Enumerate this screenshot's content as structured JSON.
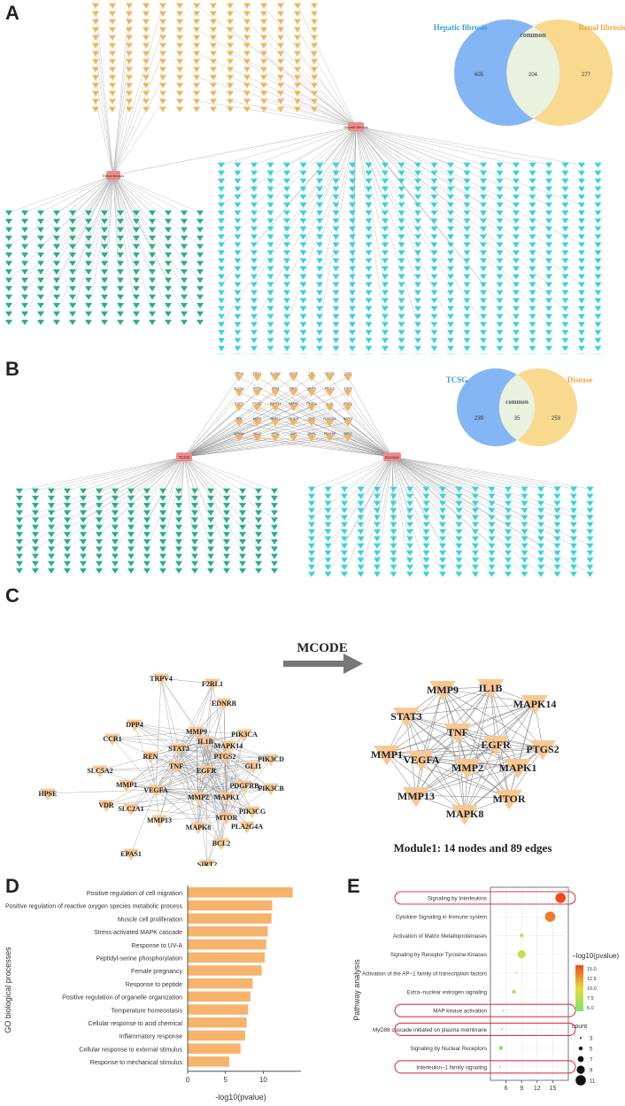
{
  "panels": {
    "a": {
      "letter": "A",
      "venn": {
        "left_label": "Hepatic fibrosis",
        "right_label": "Renal fibrosis",
        "center_label": "common",
        "left_count": "605",
        "center_count": "204",
        "right_count": "277",
        "left_color": "#6fa8f2",
        "right_color": "#f7d27a"
      },
      "hub_nodes": {
        "left": "Renal fibrosis",
        "right": "Hepatic fibrosis"
      }
    },
    "b": {
      "letter": "B",
      "venn": {
        "left_label": "TCSG",
        "right_label": "Disease",
        "center_label": "common",
        "left_count": "239",
        "center_count": "35",
        "right_count": "253",
        "left_color": "#6fa8f2",
        "right_color": "#f7d27a"
      },
      "hub_nodes": {
        "left": "TCSG",
        "right": "Disease"
      },
      "common_genes": [
        "TRPV4",
        "F2RL1",
        "SLC5A2",
        "MTOR",
        "TNF",
        "VEGFA",
        "CCR1",
        "SLC2A1",
        "TRPV4",
        "DPP4",
        "F2RL1",
        "MMP9",
        "PIK3CD",
        "EGFR",
        "STAT3",
        "PTGS2",
        "MAPK14",
        "MAPK8",
        "PIK3CA",
        "IL1B",
        "EPAS1",
        "REN",
        "MMP2",
        "MMP13",
        "PIK3CG",
        "GLI1",
        "PLA2G4A",
        "MAPK1",
        "EDNRB",
        "BCL2",
        "HPSE",
        "VDR",
        "MMP1",
        "PDGFRB",
        "SIRT2"
      ]
    },
    "c": {
      "letter": "C",
      "arrow_label": "MCODE",
      "module_caption": "Module1: 14 nodes and 89 edges",
      "network_nodes": [
        "TRPV4",
        "F2RL1",
        "EDNRB",
        "DPP4",
        "CCR1",
        "MMP9",
        "PIK3CA",
        "STAT3",
        "MAPK14",
        "REN",
        "IL1B",
        "PIK3CD",
        "SLC5A2",
        "PTGS2",
        "GLI1",
        "TNF",
        "EGFR",
        "MMP1",
        "VEGFA",
        "PDGFRB",
        "PIK3CB",
        "HPSE",
        "MMP2",
        "MAPK1",
        "PIK3CG",
        "VDR",
        "SLC2A1",
        "MMP13",
        "MTOR",
        "PLA2G4A",
        "MAPK8",
        "BCL2",
        "EPAS1",
        "SIRT2"
      ],
      "module_nodes": [
        "MMP9",
        "IL1B",
        "MAPK14",
        "STAT3",
        "TNF",
        "EGFR",
        "PTGS2",
        "MMP1",
        "VEGFA",
        "MMP2",
        "MAPK1",
        "MMP13",
        "MTOR",
        "MAPK8"
      ]
    },
    "d": {
      "letter": "D"
    },
    "e": {
      "letter": "E"
    }
  },
  "chart_data": [
    {
      "type": "bar",
      "orientation": "horizontal",
      "ylabel": "GO biological processes",
      "xlabel": "-log10(pvalue)",
      "xlim": [
        0,
        15
      ],
      "xticks": [
        0,
        5,
        10
      ],
      "color": "#f5b36b",
      "categories": [
        "Positive regulation of cell migration",
        "Positive regulation of reactive oxygen species metabolic process",
        "Muscle cell proliferation",
        "Stress-activated MAPK cascade",
        "Response to UV-A",
        "Peptidyl-serine phosphorylation",
        "Female pregnancy",
        "Response to peptide",
        "Positive regulation of organelle organization",
        "Temperature homeostasis",
        "Cellular response to acid chemical",
        "Inflammatory response",
        "Cellular response to external stimulus",
        "Response to mechanical stimulus"
      ],
      "values": [
        13.9,
        11.2,
        11.1,
        10.6,
        10.4,
        10.2,
        9.8,
        8.6,
        8.3,
        8.0,
        7.8,
        7.6,
        7.0,
        5.5
      ]
    },
    {
      "type": "scatter",
      "ylabel": "Pathway analysis",
      "xlim": [
        3,
        18
      ],
      "xticks": [
        6,
        9,
        12,
        15
      ],
      "categories": [
        "Signaling by Interleukins",
        "Cytokine Signaling in Immune system",
        "Activation of Matrix Metalloproteinases",
        "Signaling by Receptor Tyrosine Kinases",
        "Activation of the AP−1 family of transcription factors",
        "Extra−nuclear estrogen signaling",
        "MAP kinase activation",
        "MyD88 cascade initiated on plasma membrane",
        "Signaling by Nuclear Receptors",
        "Interleukin−1 family signaling"
      ],
      "x": [
        16.5,
        14.5,
        9.0,
        9.0,
        8.0,
        7.5,
        5.5,
        5.2,
        5.0,
        4.8
      ],
      "count": [
        11,
        11,
        5,
        9,
        3,
        5,
        3,
        3,
        5,
        3
      ],
      "neglog10p": [
        16.5,
        14.5,
        9.0,
        9.0,
        8.0,
        7.5,
        5.5,
        5.2,
        5.0,
        4.8
      ],
      "highlighted": [
        "Signaling by Interleukins",
        "MAP kinase activation",
        "MyD88 cascade initiated on plasma membrane",
        "Interleukin−1 family signaling"
      ],
      "color_legend": {
        "title": "−log10(pvalue)",
        "ticks": [
          "15.0",
          "12.5",
          "10.0",
          "7.5",
          "5.0"
        ],
        "low_color": "#7ee36a",
        "high_color": "#f04a1e"
      },
      "size_legend": {
        "title": "count",
        "values": [
          3,
          5,
          7,
          9,
          11
        ]
      },
      "highlight_color": "#e0394a"
    }
  ]
}
